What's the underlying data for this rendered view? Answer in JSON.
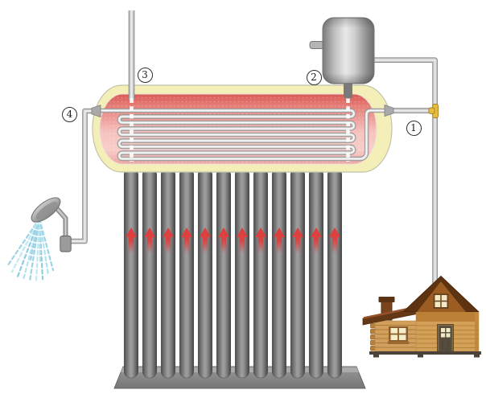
{
  "diagram": {
    "kind": "solar-water-heater-pressurized-coil-schematic",
    "callouts": [
      {
        "number": "1"
      },
      {
        "number": "2"
      },
      {
        "number": "3"
      },
      {
        "number": "4"
      }
    ],
    "components": [
      "storage-tank",
      "heat-exchanger-coil",
      "feeder-tank",
      "vent-pipe",
      "vacuum-tubes",
      "heat-arrows",
      "stand-base",
      "tee-valve",
      "shower-head",
      "water-spray",
      "house",
      "cold-water-pipe",
      "hot-water-pipe"
    ],
    "colors": {
      "tank_shell": "#f4efb8",
      "tank_inner_hot": "#d85a55",
      "tank_inner_light": "#f7cdc9",
      "coil": "#d9d9d9",
      "vacuum_tube": "#6e6e6e",
      "heat_arrow": "#e23b3a",
      "pipe": "#c9c9c9",
      "valve_yellow": "#e7bb3f",
      "spray_blue": "#a5dcec",
      "house_roof": "#5d3311",
      "house_wall": "#d2a058"
    }
  }
}
